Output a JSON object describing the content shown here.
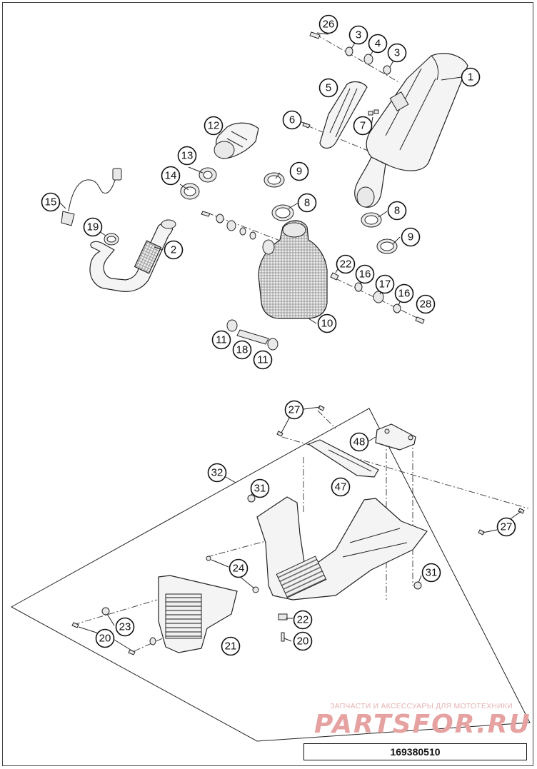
{
  "callouts": [
    {
      "label": "26"
    },
    {
      "label": "3"
    },
    {
      "label": "4"
    },
    {
      "label": "3"
    },
    {
      "label": "1"
    },
    {
      "label": "5"
    },
    {
      "label": "6"
    },
    {
      "label": "7"
    },
    {
      "label": "12"
    },
    {
      "label": "13"
    },
    {
      "label": "9"
    },
    {
      "label": "14"
    },
    {
      "label": "8"
    },
    {
      "label": "15"
    },
    {
      "label": "8"
    },
    {
      "label": "19"
    },
    {
      "label": "2"
    },
    {
      "label": "9"
    },
    {
      "label": "22"
    },
    {
      "label": "16"
    },
    {
      "label": "17"
    },
    {
      "label": "16"
    },
    {
      "label": "28"
    },
    {
      "label": "10"
    },
    {
      "label": "11"
    },
    {
      "label": "18"
    },
    {
      "label": "11"
    },
    {
      "label": "27"
    },
    {
      "label": "48"
    },
    {
      "label": "32"
    },
    {
      "label": "47"
    },
    {
      "label": "31"
    },
    {
      "label": "27"
    },
    {
      "label": "24"
    },
    {
      "label": "31"
    },
    {
      "label": "23"
    },
    {
      "label": "22"
    },
    {
      "label": "20"
    },
    {
      "label": "21"
    },
    {
      "label": "20"
    }
  ],
  "footer": {
    "watermark": "ЗАПЧАСТИ И АКСЕССУАРЫ ДЛЯ МОТОТЕХНИКИ",
    "brand": "PARTSFOR.RU",
    "part_number": "169380510"
  }
}
